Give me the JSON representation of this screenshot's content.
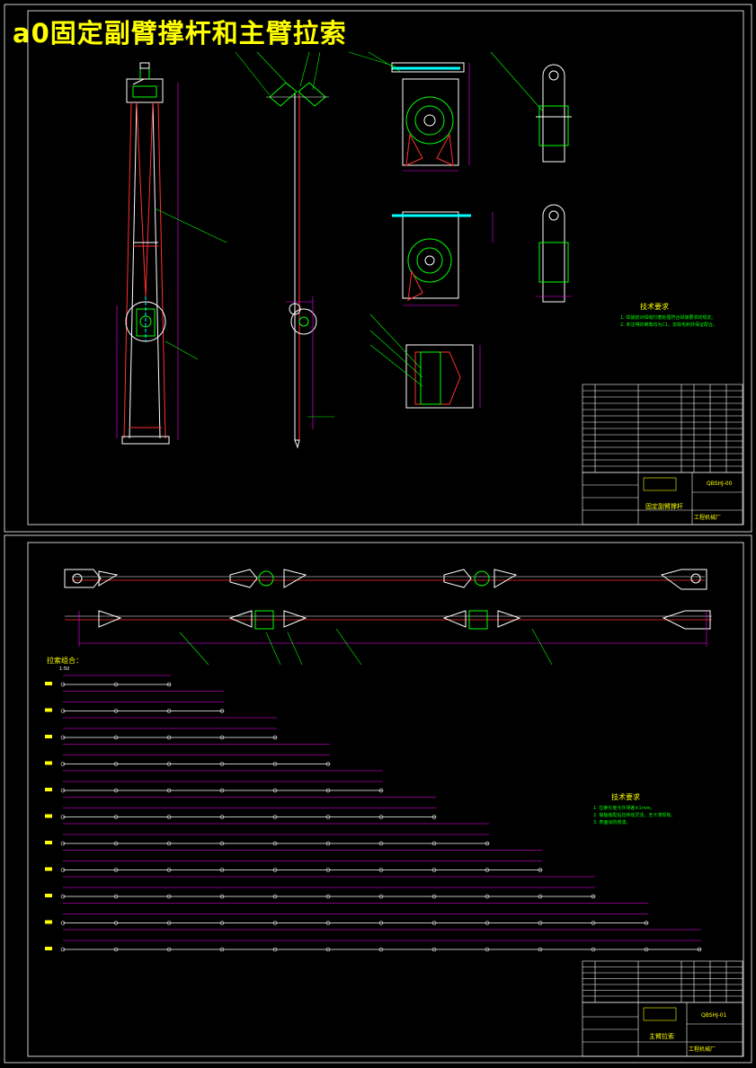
{
  "page": {
    "title": "a0固定副臂撑杆和主臂拉索"
  },
  "sheet_top": {
    "tech_title": "技术要求",
    "tech_lines": [
      "1. 焊接前对焊缝打磨处理符合焊接要求的规定。",
      "2. 未注明的倒角均为C1，去除毛刺并保证配合。"
    ],
    "drawing_name": "固定副臂撑杆",
    "company": "工程机械厂",
    "part_no": "QBSHJ-00"
  },
  "sheet_bottom": {
    "combo_title": "拉索组合：",
    "combo_scale": "1:50",
    "tech_title": "技术要求",
    "tech_lines": [
      "1. 拉索长度允许误差±1mm。",
      "2. 销轴装配后应转动灵活，无卡滞现象。",
      "3. 表面涂防锈漆。"
    ],
    "drawing_name": "主臂拉索",
    "company": "工程机械厂",
    "part_no": "QBSHJ-01"
  },
  "colors": {
    "title": "#ffff00",
    "frame": "#ffffff",
    "geometry_green": "#00ff00",
    "dimension_magenta": "#ff00ff",
    "text_yellow": "#ffff00",
    "red": "#ff3030",
    "cyan": "#00ffff"
  }
}
